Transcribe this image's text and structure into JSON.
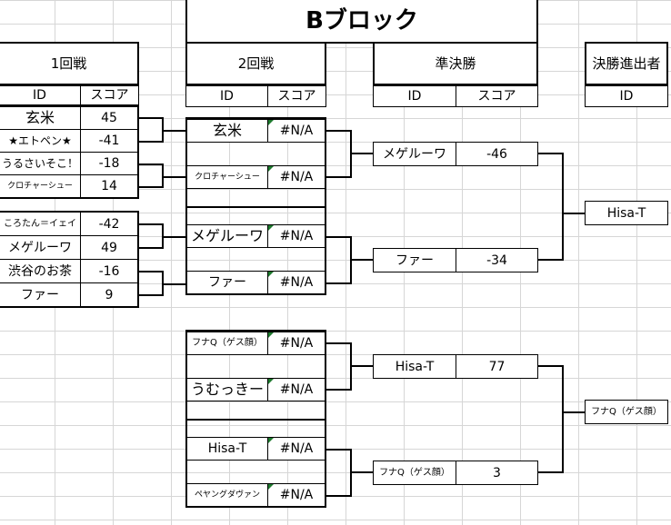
{
  "title": "Bブロック",
  "round1": {
    "header": "1回戦",
    "col_id": "ID",
    "col_score": "スコア",
    "players": [
      {
        "name": "玄米",
        "score": "45"
      },
      {
        "name": "★エトペン★",
        "score": "-41"
      },
      {
        "name": "うるさいそこ！",
        "score": "-18"
      },
      {
        "name": "クロチャーシュー",
        "score": "14"
      },
      {
        "name": "ころたん＝イェイ",
        "score": "-42"
      },
      {
        "name": "メゲルーワ",
        "score": "49"
      },
      {
        "name": "渋谷のお茶",
        "score": "-16"
      },
      {
        "name": "ファー",
        "score": "9"
      }
    ]
  },
  "round2": {
    "header": "2回戦",
    "col_id": "ID",
    "col_score": "スコア",
    "players": [
      {
        "name": "玄米",
        "score": "#N/A"
      },
      {
        "name": "クロチャーシュー",
        "score": "#N/A"
      },
      {
        "name": "メゲルーワ",
        "score": "#N/A"
      },
      {
        "name": "ファー",
        "score": "#N/A"
      },
      {
        "name": "フナQ（ゲス顔）",
        "score": "#N/A"
      },
      {
        "name": "うむっきー",
        "score": "#N/A"
      },
      {
        "name": "Hisa-T",
        "score": "#N/A"
      },
      {
        "name": "ペヤングダヴァン",
        "score": "#N/A"
      }
    ]
  },
  "semifinal": {
    "header": "準決勝",
    "col_id": "ID",
    "col_score": "スコア",
    "players": [
      {
        "name": "メゲルーワ",
        "score": "-46"
      },
      {
        "name": "ファー",
        "score": "-34"
      },
      {
        "name": "Hisa-T",
        "score": "77"
      },
      {
        "name": "フナQ（ゲス顔）",
        "score": "3"
      }
    ]
  },
  "finalists": {
    "header": "決勝進出者",
    "col_id": "ID",
    "players": [
      {
        "name": "Hisa-T"
      },
      {
        "name": "フナQ（ゲス顔）"
      }
    ]
  },
  "colors": {
    "gridline": "#d6d6d6",
    "error_indicator": "#1e7a2e"
  }
}
